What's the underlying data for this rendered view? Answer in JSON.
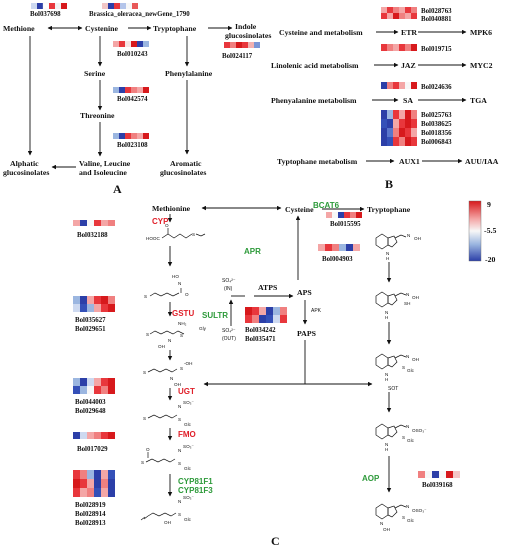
{
  "panelA": {
    "label": "A",
    "nodes": {
      "methionine": "Methione",
      "cysteine": "Cystenine",
      "tryptophane": "Tryptophane",
      "indole1": "Indole",
      "indole2": "glucosinolates",
      "serine": "Serine",
      "phenylalanine": "Phenylalanine",
      "threonine": "Threonine",
      "valine1": "Valine, Leucine",
      "valine2": "and Isoleucine",
      "aliphatic1": "Alphatic",
      "aliphatic2": "glucosinolates",
      "aromatic1": "Aromatic",
      "aromatic2": "glucosinolates"
    },
    "genes": {
      "g1": "Bol037698",
      "g2": "Brassica_oleracea_newGene_1790",
      "g3": "Bol010243",
      "g4": "Bol024117",
      "g5": "Bol042574",
      "g6": "Bol023108"
    }
  },
  "panelB": {
    "label": "B",
    "rows": [
      {
        "path": "Cysteine and metabolism",
        "mid": "ETR",
        "end": "MPK6"
      },
      {
        "path": "Linolenic acid metabolism",
        "mid": "JAZ",
        "end": "MYC2"
      },
      {
        "path": "Phenyalanine metabolism",
        "mid": "SA",
        "end": "TGA"
      },
      {
        "path": "Typtophane metabolism",
        "mid": "AUX1",
        "end": "AUU/IAA"
      }
    ],
    "genes": {
      "g1": "Bol028763",
      "g2": "Bol040881",
      "g3": "Bol019715",
      "g4": "Bol024636",
      "g5": "Bol025763",
      "g6": "Bol038625",
      "g7": "Bol018356",
      "g8": "Bol006843"
    }
  },
  "panelC": {
    "label": "C",
    "nodes": {
      "methionine": "Methionine",
      "cysteine": "Cysteine",
      "tryptophane": "Tryptophane",
      "atps": "ATPS",
      "aps": "APS",
      "apk": "APK",
      "paps": "PAPS",
      "sot": "SOT",
      "so4_in": "SO₄²⁻",
      "in": "(IN)",
      "so4_out": "SO₄²⁻",
      "out": "(OUT)"
    },
    "enzymes_red": {
      "cyp": "CYP",
      "gstu": "GSTU",
      "ugt": "UGT",
      "fmo": "FMO"
    },
    "enzymes_green": {
      "bcat6": "BCAT6",
      "apr": "APR",
      "sultr": "SULTR",
      "cyp81f1": "CYP81F1",
      "cyp81f3": "CYP81F3",
      "aop": "AOP"
    },
    "genes": {
      "bol032188": "Bol032188",
      "bol035627": "Bol035627",
      "bol029651": "Bol029651",
      "bol044003": "Bol044003",
      "bol029648": "Bol029648",
      "bol017029": "Bol017029",
      "bol028919": "Bol028919",
      "bol028914": "Bol028914",
      "bol028913": "Bol028913",
      "bol015595": "Bol015595",
      "bol004903": "Bol004903",
      "bol034242": "Bol034242",
      "bol035471": "Bol035471",
      "bol039168": "Bol039168"
    },
    "chem": {
      "so3": "SO₃⁻",
      "glc": "Glc",
      "oso3": "OSO₃⁻",
      "oh": "OH",
      "sh": "SH",
      "nh2": "NH₂",
      "gly": "Gly",
      "hooc": "HOOC"
    },
    "legend": {
      "max": "9",
      "mid": "-5.5",
      "min": "-20",
      "colors": [
        "#d7191c",
        "#f4a6a6",
        "#f7f7f7",
        "#9bb6e0",
        "#2c3fa8"
      ]
    }
  }
}
